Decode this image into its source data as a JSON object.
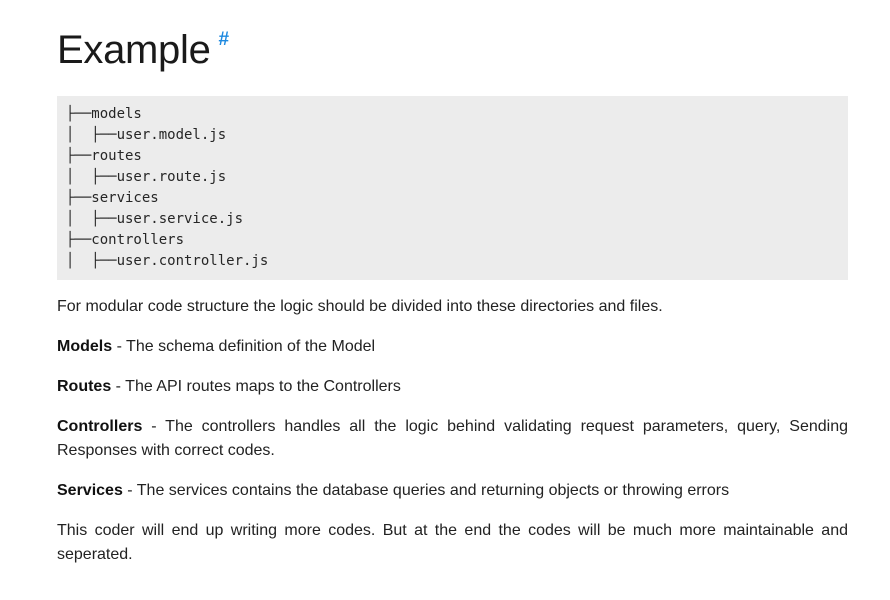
{
  "heading": {
    "title": "Example",
    "anchor": "#"
  },
  "code_lines": [
    "├──models",
    "│  ├──user.model.js",
    "├──routes",
    "│  ├──user.route.js",
    "├──services",
    "│  ├──user.service.js",
    "├──controllers",
    "│  ├──user.controller.js"
  ],
  "intro": "For modular code structure the logic should be divided into these directories and files.",
  "definitions": {
    "models": {
      "term": "Models",
      "text": " - The schema definition of the Model"
    },
    "routes": {
      "term": "Routes",
      "text": " - The API routes maps to the Controllers"
    },
    "controllers": {
      "term": "Controllers",
      "text": " - The controllers handles all the logic behind validating request parameters, query, Sending Responses with correct codes."
    },
    "services": {
      "term": "Services",
      "text": " - The services contains the database queries and returning objects or throwing errors"
    }
  },
  "closing": "This coder will end up writing more codes. But at the end the codes will be much more maintainable and seperated."
}
